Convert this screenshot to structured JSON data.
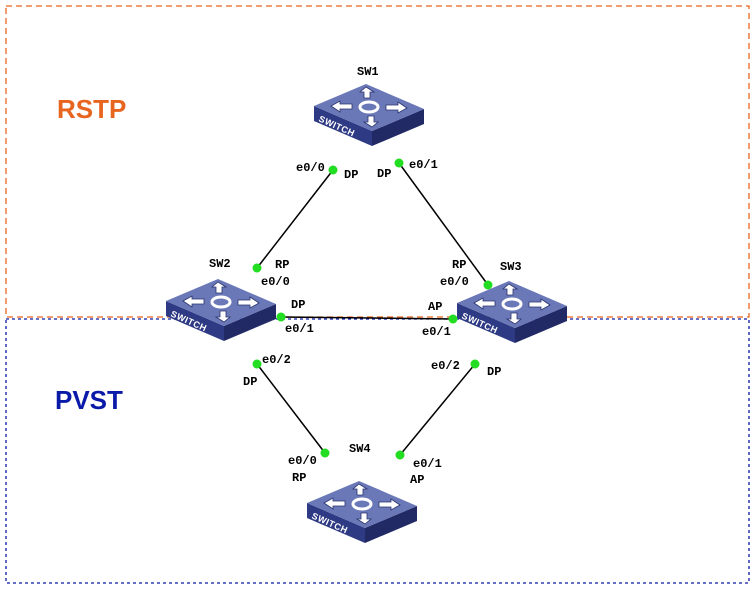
{
  "colors": {
    "rstp": "#e8651f",
    "pvst": "#0a1aa8",
    "link": "#000000",
    "port_dot": "#22dd22",
    "switch_top": "#6a78b8",
    "switch_front": "#2e3a84",
    "switch_side": "#222a66"
  },
  "regions": {
    "rstp": {
      "title": "RSTP"
    },
    "pvst": {
      "title": "PVST"
    }
  },
  "switches": {
    "sw1": {
      "name": "SW1",
      "chassis_text": "SWITCH",
      "icon": "switch-icon"
    },
    "sw2": {
      "name": "SW2",
      "chassis_text": "SWITCH",
      "icon": "switch-icon"
    },
    "sw3": {
      "name": "SW3",
      "chassis_text": "SWITCH",
      "icon": "switch-icon"
    },
    "sw4": {
      "name": "SW4",
      "chassis_text": "SWITCH",
      "icon": "switch-icon"
    }
  },
  "ports": {
    "sw1_e00": {
      "iface": "e0/0",
      "role": "DP"
    },
    "sw1_e01": {
      "iface": "e0/1",
      "role": "DP"
    },
    "sw2_e00": {
      "iface": "e0/0",
      "role": "RP"
    },
    "sw2_e01": {
      "iface": "e0/1",
      "role": "DP"
    },
    "sw2_e02": {
      "iface": "e0/2",
      "role": "DP"
    },
    "sw3_e00": {
      "iface": "e0/0",
      "role": "RP"
    },
    "sw3_e01": {
      "iface": "e0/1",
      "role": "AP"
    },
    "sw3_e02": {
      "iface": "e0/2",
      "role": "DP"
    },
    "sw4_e00": {
      "iface": "e0/0",
      "role": "RP"
    },
    "sw4_e01": {
      "iface": "e0/1",
      "role": "AP"
    }
  }
}
